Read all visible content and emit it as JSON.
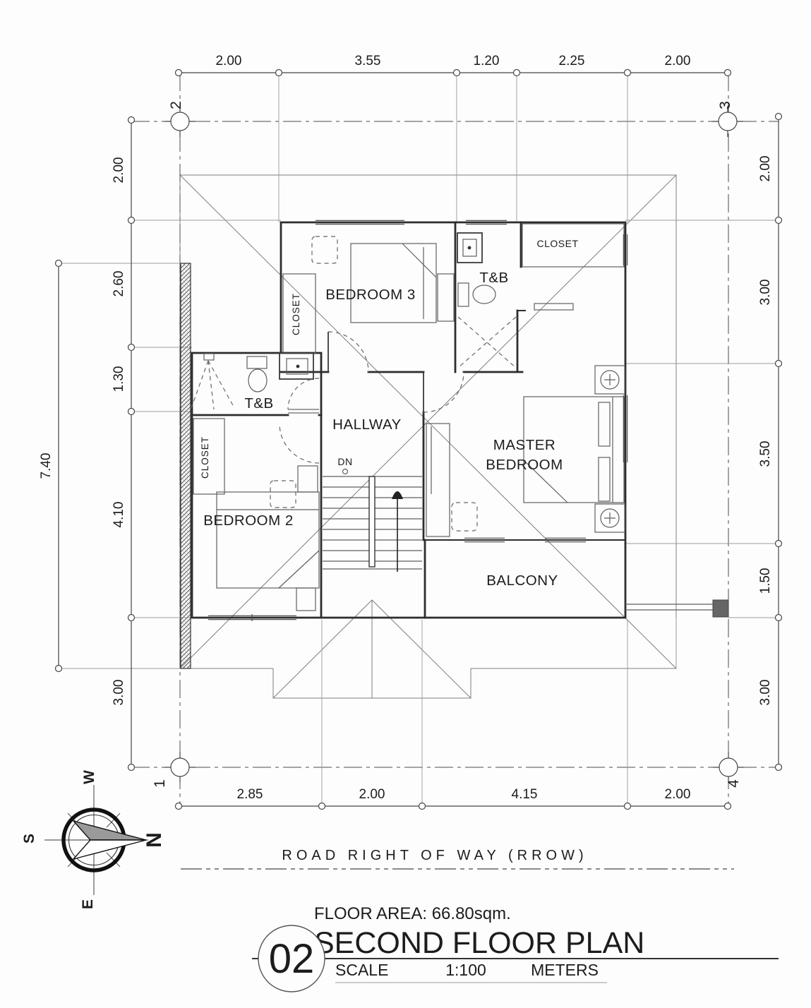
{
  "dims": {
    "top": [
      "2.00",
      "3.55",
      "1.20",
      "2.25",
      "2.00"
    ],
    "bottom": [
      "2.85",
      "2.00",
      "4.15",
      "2.00"
    ],
    "left": [
      "2.00",
      "2.60",
      "1.30",
      "4.10",
      "3.00"
    ],
    "left_outer": "7.40",
    "right": [
      "2.00",
      "3.00",
      "3.50",
      "1.50",
      "3.00"
    ]
  },
  "grid": {
    "tl": "2",
    "tr": "3",
    "bl": "1",
    "br": "4"
  },
  "rooms": {
    "bedroom3": "BEDROOM 3",
    "closet_b3": "CLOSET",
    "tb_top": "T&B",
    "closet_tr": "CLOSET",
    "hallway": "HALLWAY",
    "dn": "DN",
    "tb_left": "T&B",
    "closet_b2": "CLOSET",
    "bedroom2": "BEDROOM 2",
    "master_line1": "MASTER",
    "master_line2": "BEDROOM",
    "balcony": "BALCONY"
  },
  "compass": {
    "n": "N",
    "s": "S",
    "e": "E",
    "w": "W"
  },
  "road_label": "ROAD RIGHT OF WAY (RROW)",
  "title_block": {
    "floor_area": "FLOOR AREA: 66.80sqm.",
    "number": "02",
    "title": "SECOND FLOOR PLAN",
    "scale_label": "SCALE",
    "scale_value": "1:100",
    "units_label": "METERS"
  }
}
